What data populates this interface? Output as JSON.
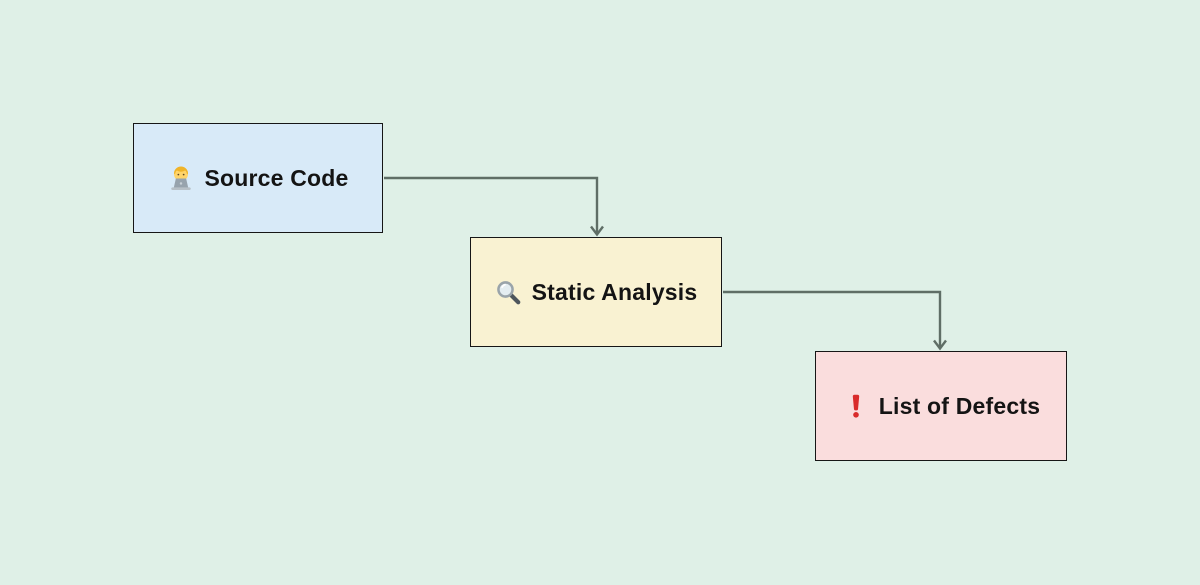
{
  "canvas": {
    "background_color": "#dff0e7",
    "connector_color": "#5f6e66",
    "node_border_color": "#161616"
  },
  "diagram": {
    "nodes": [
      {
        "id": "source-code",
        "label": "Source Code",
        "icon": "technologist-icon",
        "icon_unicode": "🧑‍💻",
        "fill": "#d8eaf8"
      },
      {
        "id": "static-analysis",
        "label": "Static Analysis",
        "icon": "magnifying-glass-icon",
        "icon_unicode": "🔍",
        "fill": "#f9f2d2"
      },
      {
        "id": "list-of-defects",
        "label": "List of Defects",
        "icon": "exclamation-mark-icon",
        "icon_unicode": "❗",
        "icon_color": "#d92b2b",
        "fill": "#fadddd"
      }
    ],
    "edges": [
      {
        "from": "source-code",
        "to": "static-analysis",
        "style": "elbow-right-then-down-arrow"
      },
      {
        "from": "static-analysis",
        "to": "list-of-defects",
        "style": "elbow-right-then-down-arrow"
      }
    ]
  }
}
